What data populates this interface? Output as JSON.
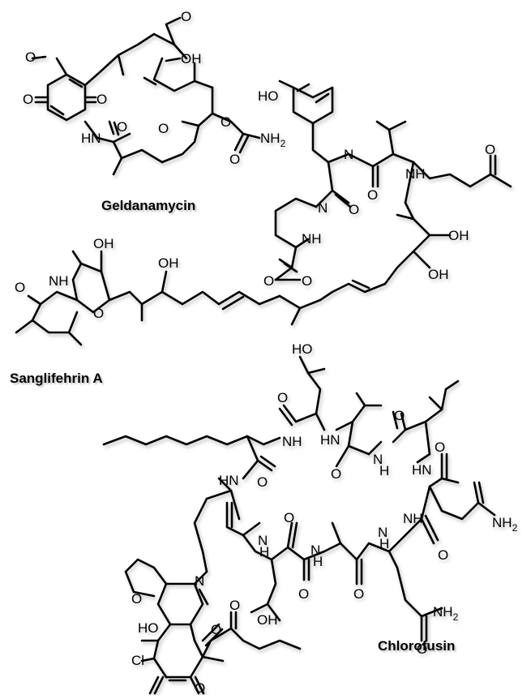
{
  "compounds": [
    {
      "name": "Geldanamycin"
    },
    {
      "name": "Sanglifehrin A"
    },
    {
      "name": "Chlorofusin"
    }
  ]
}
